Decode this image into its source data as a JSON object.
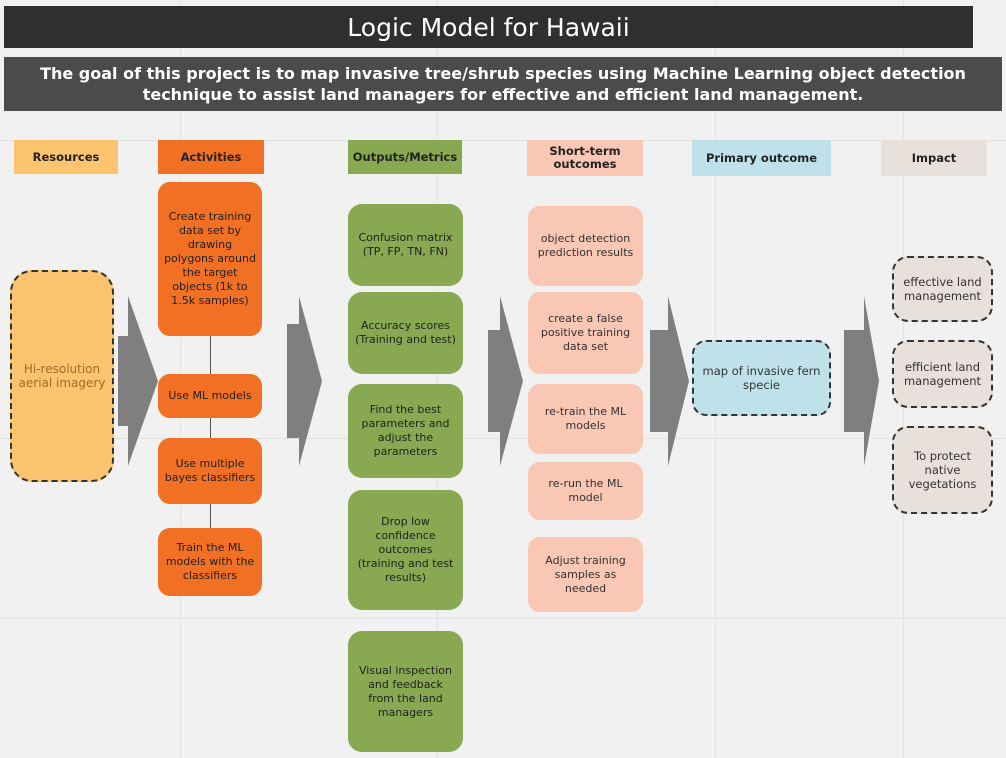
{
  "title": "Logic Model for Hawaii",
  "goal": {
    "prefix": "The",
    "bold": "goal",
    "text": "of this project is to map invasive tree/shrub species using Machine Learning object detection technique to assist land managers for effective and efficient land management."
  },
  "headers": {
    "resources": "Resources",
    "activities": "Activities",
    "outputs": "Outputs/Metrics",
    "short_term": "Short-term outcomes",
    "primary": "Primary outcome",
    "impact": "Impact"
  },
  "resources": [
    "Hi-resolution aerial imagery"
  ],
  "activities": [
    "Create training data set by drawing polygons around the target objects (1k to 1.5k samples)",
    "Use ML models",
    "Use multiple bayes classifiers",
    "Train the ML models with the classifiers"
  ],
  "outputs": [
    "Confusion matrix (TP, FP, TN, FN)",
    "Accuracy scores (Training and test)",
    "Find the best parameters and adjust the parameters",
    "Drop low confidence outcomes (training and test results)",
    "Visual inspection and feedback from the land managers"
  ],
  "short_term": [
    "object detection prediction results",
    "create a false positive training data set",
    "re-train the ML models",
    "re-run the ML model",
    "Adjust training samples as needed"
  ],
  "primary": [
    "map of invasive fern specie"
  ],
  "impact": [
    "effective land management",
    "efficient land management",
    "To protect native vegetations"
  ],
  "colors": {
    "resources_header": "#fdc46f",
    "activities": "#f27023",
    "outputs": "#88a851",
    "short_term": "#f9c7b4",
    "primary": "#bfe2ea",
    "impact": "#e8e1db",
    "arrow": "#7f7f7f"
  }
}
